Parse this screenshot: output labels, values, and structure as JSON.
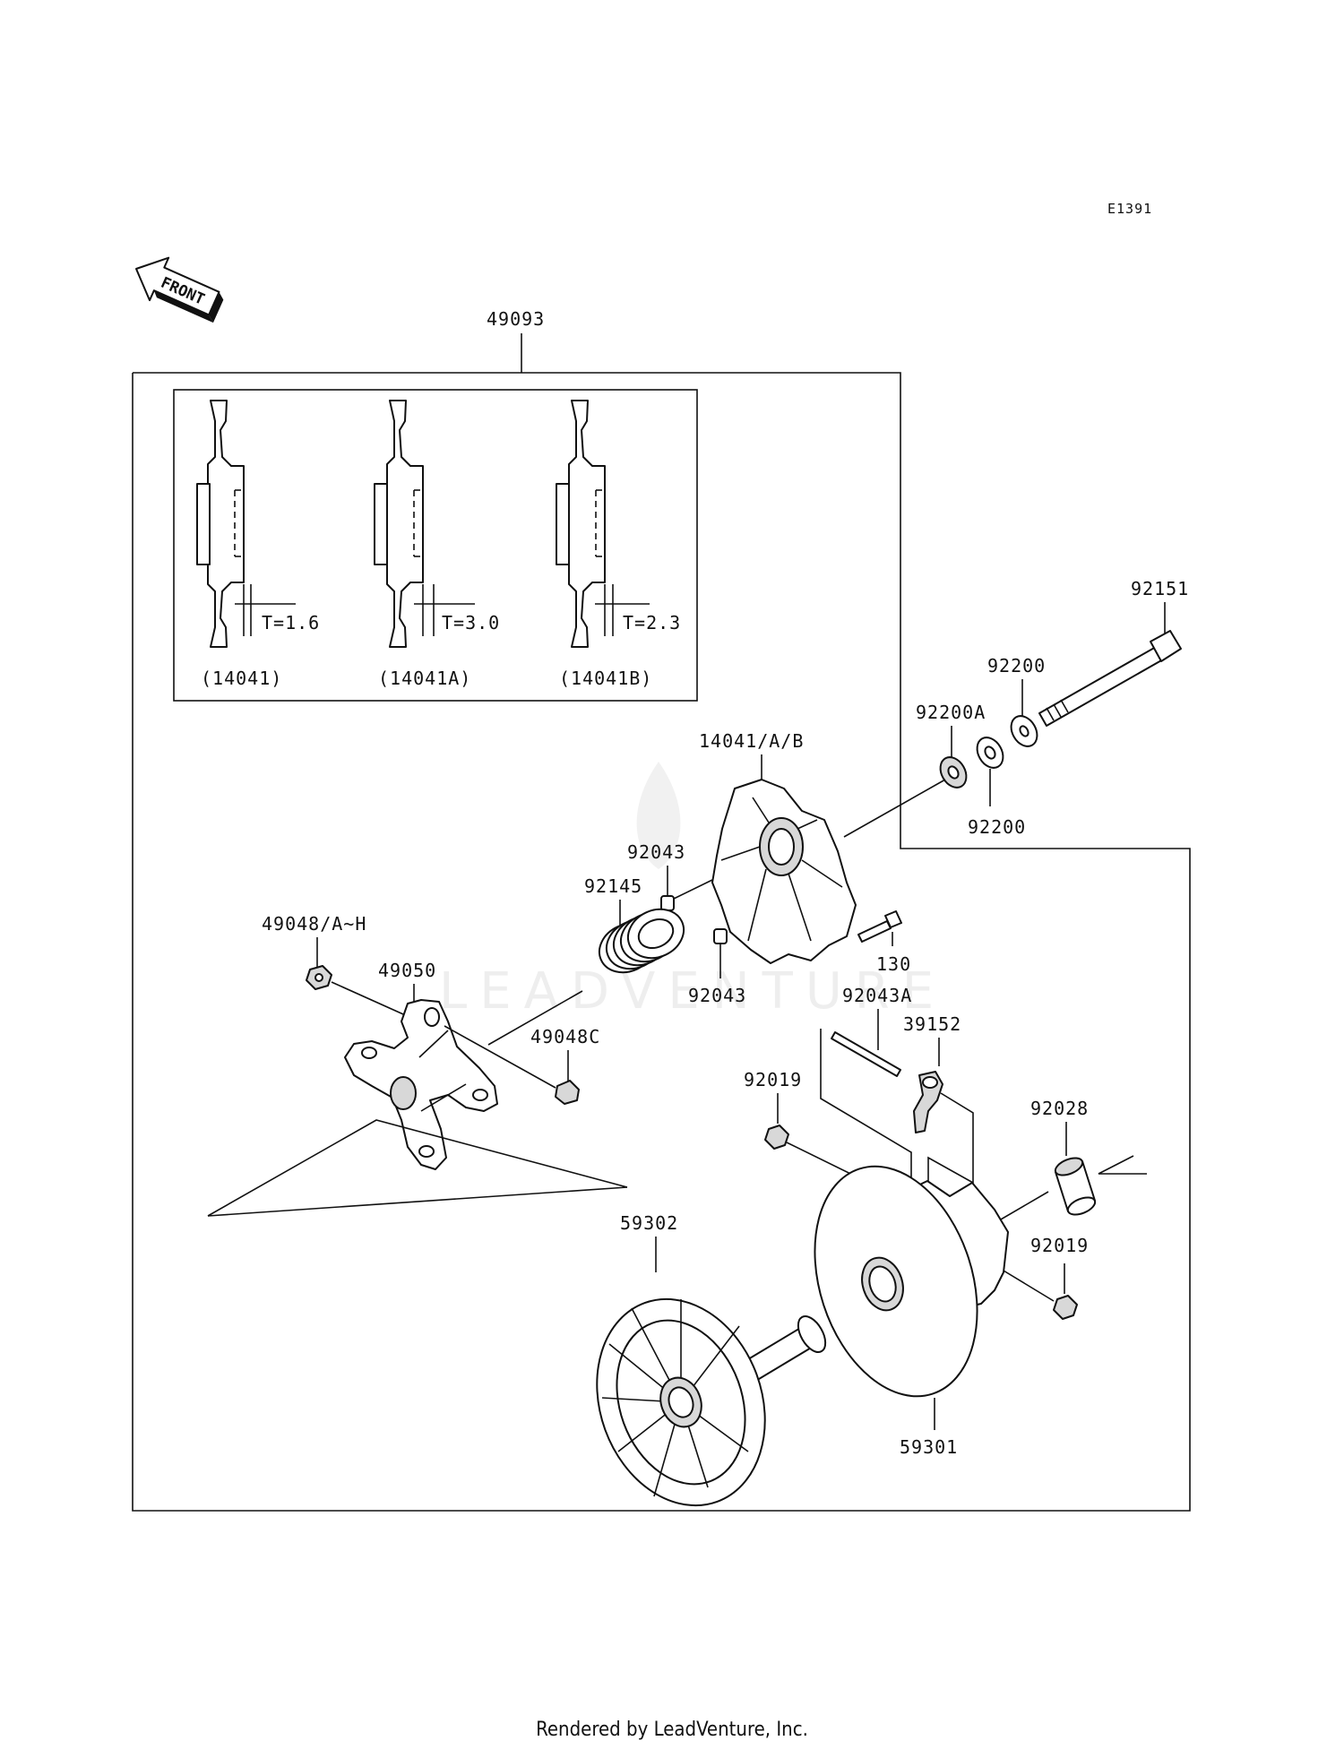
{
  "diagram_ref": "E1391",
  "front_label": "FRONT",
  "watermark": "LEADVENTURE",
  "footer": "Rendered by LeadVenture, Inc.",
  "inset": {
    "shims": [
      {
        "thickness": "T=1.6",
        "part": "(14041)"
      },
      {
        "thickness": "T=3.0",
        "part": "(14041A)"
      },
      {
        "thickness": "T=2.3",
        "part": "(14041B)"
      }
    ]
  },
  "parts": {
    "p49093": "49093",
    "p92151": "92151",
    "p92200_top": "92200",
    "p92200A": "92200A",
    "p92200_bottom": "92200",
    "p14041AB": "14041/A/B",
    "p92043_top": "92043",
    "p92145": "92145",
    "p92043_bottom": "92043",
    "p130": "130",
    "p49048AH": "49048/A~H",
    "p49050": "49050",
    "p49048C": "49048C",
    "p92043A": "92043A",
    "p39152": "39152",
    "p92019_left": "92019",
    "p92028": "92028",
    "p92019_right": "92019",
    "p59302": "59302",
    "p59301": "59301"
  }
}
